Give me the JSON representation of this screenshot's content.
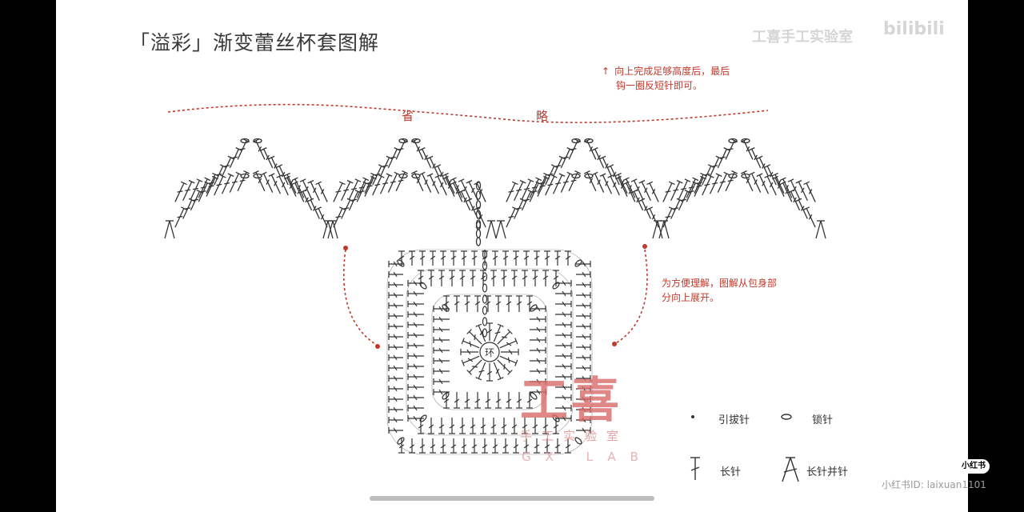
{
  "title": "「溢彩」渐变蕾丝杯套图解",
  "notes": {
    "top_arrow": "↑",
    "top_line1": "向上完成足够高度后，最后",
    "top_line2": "钩一圈反短针即可。",
    "side_line1": "为方便理解，图解从包身部",
    "side_line2": "分向上展开。"
  },
  "omitted": {
    "left": "省",
    "right": "略"
  },
  "center_ring": "环",
  "legend": {
    "slip_stitch": "引拔针",
    "chain": "锁针",
    "double_crochet": "长针",
    "dc2tog": "长针并针"
  },
  "watermark": {
    "logo": "工喜",
    "sub": "手工实验室",
    "en": "GX LAB",
    "top_left": "工喜手工实验室",
    "top_right": "bilibili"
  },
  "overlay": {
    "xhs_badge": "小红书",
    "xhs_id": "小红书ID: laixuan1101"
  },
  "colors": {
    "background": "#ffffff",
    "diagram_ink": "#333333",
    "annotation_red": "#c0392b",
    "watermark_red": "#d96a6a"
  },
  "icons": {
    "legend_slip": "dot",
    "legend_chain": "oval",
    "legend_dc": "t-stitch",
    "legend_dc2tog": "a-stitch"
  }
}
